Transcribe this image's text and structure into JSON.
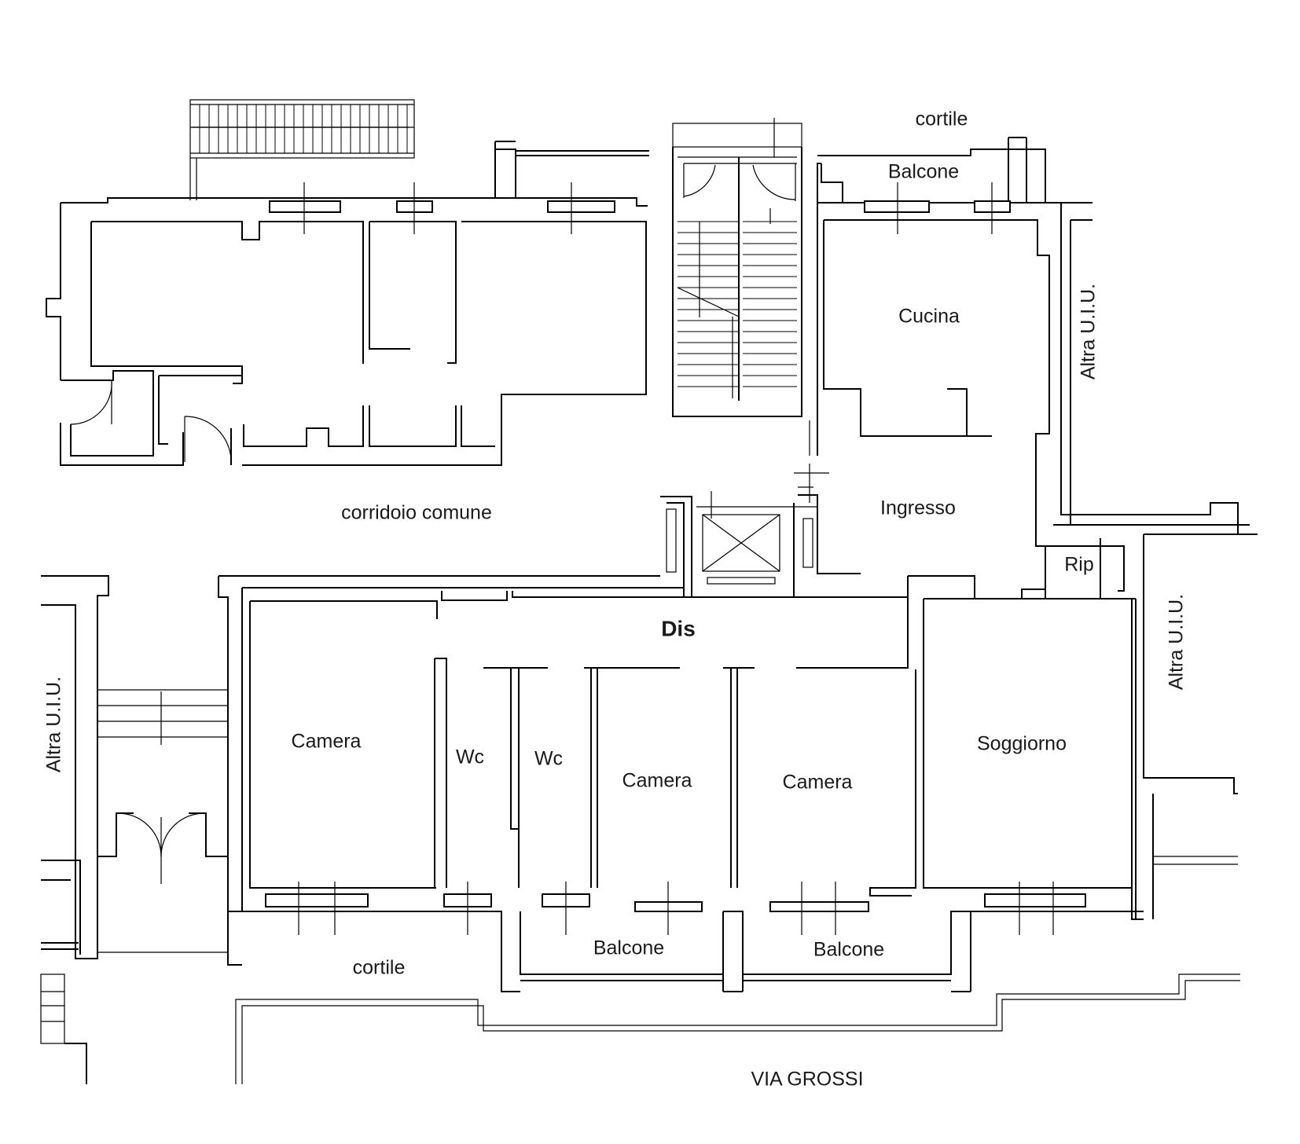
{
  "plan": {
    "colors": {
      "line": "#000000",
      "background": "#ffffff",
      "text": "#1a1a1a"
    },
    "labels": {
      "cortile_top": "cortile",
      "balcone_top": "Balcone",
      "cucina": "Cucina",
      "altra_uiu_right_top": "Altra U.I.U.",
      "corridoio": "corridoio comune",
      "ingresso": "Ingresso",
      "rip": "Rip",
      "dis": "Dis",
      "altra_uiu_right_bottom": "Altra U.I.U.",
      "altra_uiu_left": "Altra U.I.U.",
      "camera_1": "Camera",
      "wc_1": "Wc",
      "wc_2": "Wc",
      "camera_2": "Camera",
      "camera_3": "Camera",
      "soggiorno": "Soggiorno",
      "balcone_bottom_1": "Balcone",
      "balcone_bottom_2": "Balcone",
      "cortile_bottom": "cortile",
      "via": "VIA GROSSI"
    }
  }
}
